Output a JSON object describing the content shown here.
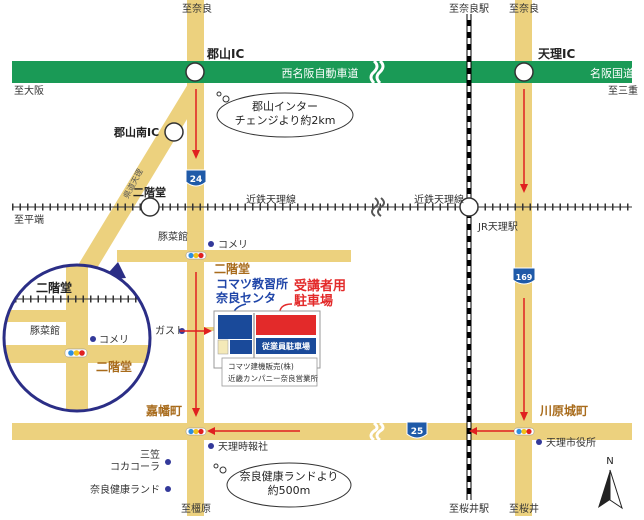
{
  "labels": {
    "to_nara_top": "至奈良",
    "to_nara_station": "至奈良駅",
    "to_nara_top_right": "至奈良",
    "to_osaka": "至大阪",
    "to_sanjo": "至三重",
    "meihan": "名阪国道",
    "nishi_meihan": "西名阪自動車道",
    "koriyama_ic": "郡山IC",
    "tenri_ic": "天理IC",
    "koriyama_minami_ic": "郡山南IC",
    "nikaido_station": "二階堂",
    "kintetsu_tenri_line_1": "近鉄天理線",
    "kintetsu_tenri_line_2": "近鉄天理線",
    "to_hirahata": "至平端",
    "jr_tenri": "JR天理駅",
    "diagonal_road": "県道天理",
    "tonkotsu": "豚菜館",
    "komeri": "コメリ",
    "nikaido_intersection": "二階堂",
    "gust": "ガスト",
    "komatsu_center": "コマツ教習所\n奈良センタ",
    "trainee_parking": "受講者用\n駐車場",
    "staff_parking": "従業員駐車場",
    "company_note_1": "コマツ建機販売(株)",
    "company_note_2": "近畿カンパニー奈良営業所",
    "kaboucho": "嘉幡町",
    "tenri_jihosha": "天理時報社",
    "sankasa": "三笠\nコカコーラ",
    "nara_kenko_land": "奈良健康ランド",
    "to_kashihara": "至橿原",
    "to_sakurai_station": "至桜井駅",
    "to_sakurai": "至桜井",
    "kawaharajo": "川原城町",
    "tenri_city_hall": "天理市役所",
    "route_24": "24",
    "route_25": "25",
    "route_169": "169",
    "north": "N",
    "callout_ic": "郡山インター\nチェンジより約2km",
    "callout_kenko": "奈良健康ランドより\n約500m",
    "inset_nikaido_station": "二階堂",
    "inset_tonkotsu": "豚菜館",
    "inset_komeri": "コメリ",
    "inset_nikaido": "二階堂"
  },
  "colors": {
    "road": "#ecd17e",
    "highway": "#1a9a56",
    "highway_text": "#ffffff",
    "arrow": "#e02020",
    "orange_label": "#a86b1b",
    "blue_label": "#1f45a8",
    "inset_border": "#2b2e86",
    "building_blue": "#1a4a9a",
    "parking_red": "#e32a2a"
  }
}
